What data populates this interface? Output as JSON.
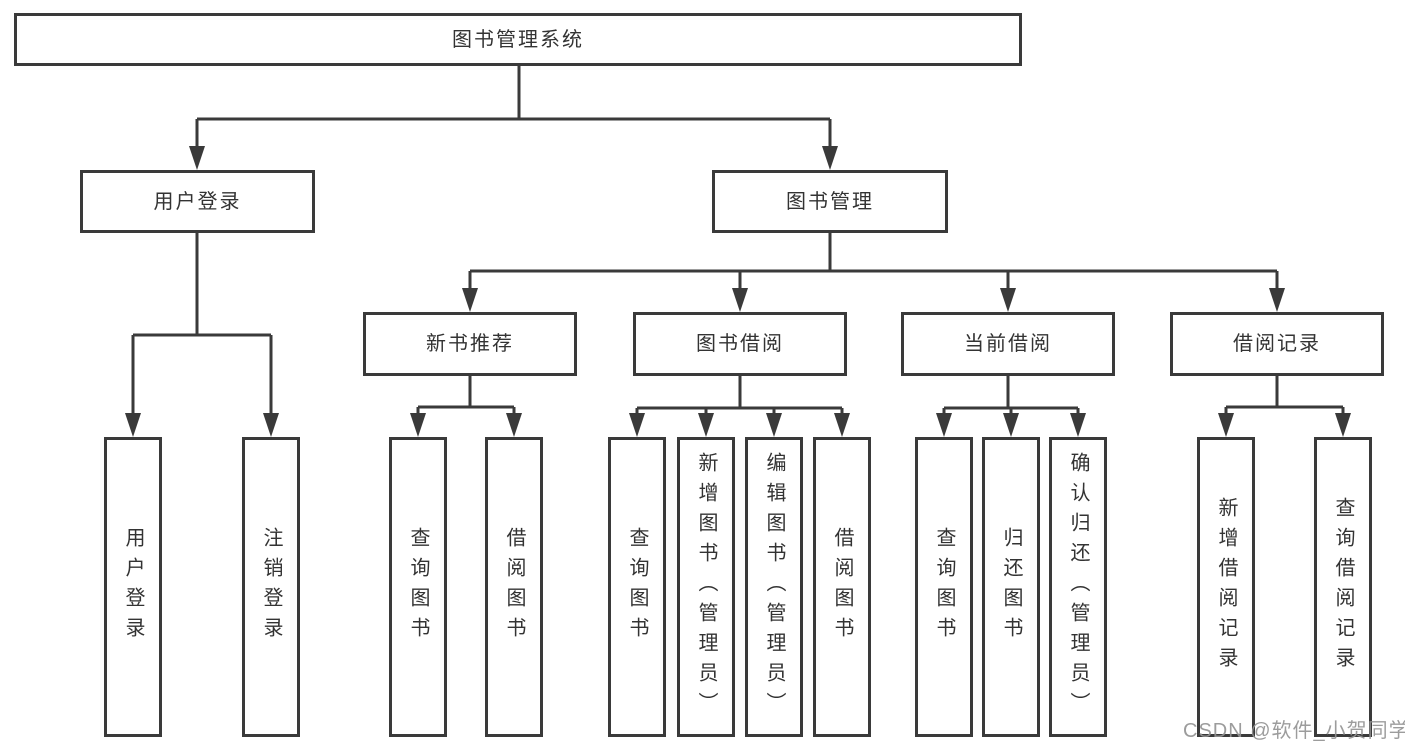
{
  "tree": {
    "root": {
      "label": "图书管理系统",
      "children": [
        {
          "label": "用户登录",
          "children": [
            {
              "label": "用户登录"
            },
            {
              "label": "注销登录"
            }
          ]
        },
        {
          "label": "图书管理",
          "children": [
            {
              "label": "新书推荐",
              "children": [
                {
                  "label": "查询图书"
                },
                {
                  "label": "借阅图书"
                }
              ]
            },
            {
              "label": "图书借阅",
              "children": [
                {
                  "label": "查询图书"
                },
                {
                  "label": "新增图书（管理员）"
                },
                {
                  "label": "编辑图书（管理员）"
                },
                {
                  "label": "借阅图书"
                }
              ]
            },
            {
              "label": "当前借阅",
              "children": [
                {
                  "label": "查询图书"
                },
                {
                  "label": "归还图书"
                },
                {
                  "label": "确认归还（管理员）"
                }
              ]
            },
            {
              "label": "借阅记录",
              "children": [
                {
                  "label": "新增借阅记录"
                },
                {
                  "label": "查询借阅记录"
                }
              ]
            }
          ]
        }
      ]
    }
  },
  "watermark": {
    "text": "CSDN @软件_小贺同学"
  },
  "colors": {
    "line": "#3a3a3a",
    "text": "#333333",
    "watermark": "#949494",
    "background": "#ffffff"
  }
}
